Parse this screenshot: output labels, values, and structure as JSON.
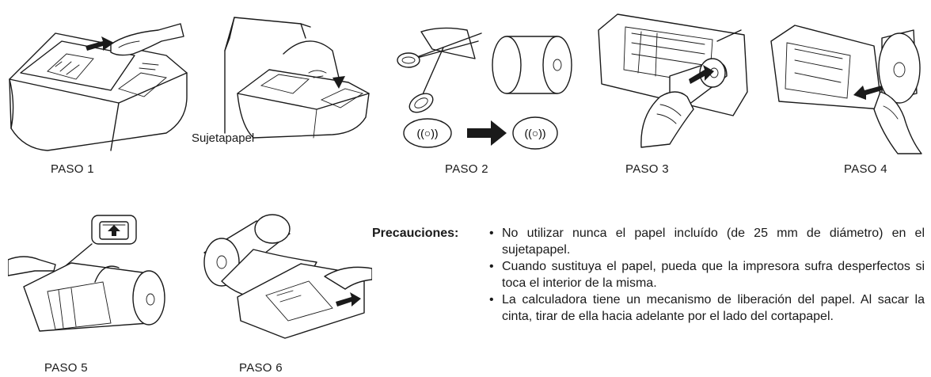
{
  "labels": {
    "paper_holder": "Sujetapapel"
  },
  "steps": [
    {
      "caption": "PASO 1"
    },
    {
      "caption": "PASO 2"
    },
    {
      "caption": "PASO 3"
    },
    {
      "caption": "PASO 4"
    },
    {
      "caption": "PASO 5"
    },
    {
      "caption": "PASO 6"
    }
  ],
  "precautions": {
    "title": "Precauciones:",
    "items": [
      "No utilizar nunca el papel incluído (de 25 mm de diámetro) en el sujetapapel.",
      "Cuando sustituya el papel, pueda que la impresora sufra desperfectos si toca el interior de la misma.",
      "La calculadora tiene un mecanismo de liberación del papel. Al sacar la cinta, tirar de ella hacia adelante por el lado del cortapapel."
    ]
  }
}
